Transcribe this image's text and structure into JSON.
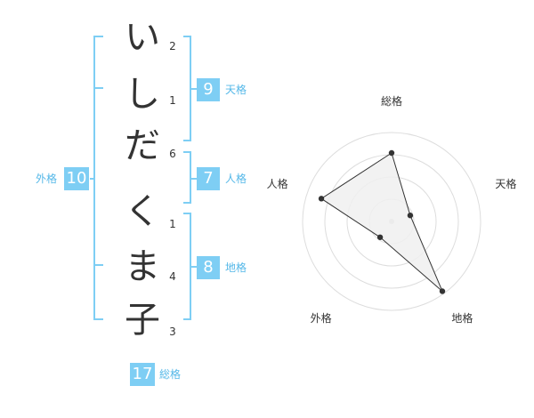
{
  "name": {
    "chars": [
      {
        "char": "い",
        "strokes": "2"
      },
      {
        "char": "し",
        "strokes": "1"
      },
      {
        "char": "だ",
        "strokes": "6"
      },
      {
        "char": "く",
        "strokes": "1"
      },
      {
        "char": "ま",
        "strokes": "4"
      },
      {
        "char": "子",
        "strokes": "3"
      }
    ]
  },
  "fortunes": {
    "tenkaku": {
      "value": "9",
      "label": "天格"
    },
    "jinkaku": {
      "value": "7",
      "label": "人格"
    },
    "chikaku": {
      "value": "8",
      "label": "地格"
    },
    "gaikaku": {
      "value": "10",
      "label": "外格"
    },
    "soukaku": {
      "value": "17",
      "label": "総格"
    }
  },
  "chart_data": {
    "type": "radar",
    "axes": [
      "総格",
      "天格",
      "地格",
      "外格",
      "人格"
    ],
    "values": [
      0.77,
      0.22,
      0.97,
      0.22,
      0.83
    ],
    "rmax": 1,
    "rings": 4,
    "grid": true,
    "colors": {
      "fill": "#f0f0f0",
      "stroke": "#333333",
      "grid": "#dddddd",
      "center": "#cccccc"
    }
  },
  "colors": {
    "accent": "#7ecef4",
    "accent_text": "#55b8e8",
    "text": "#333333"
  }
}
